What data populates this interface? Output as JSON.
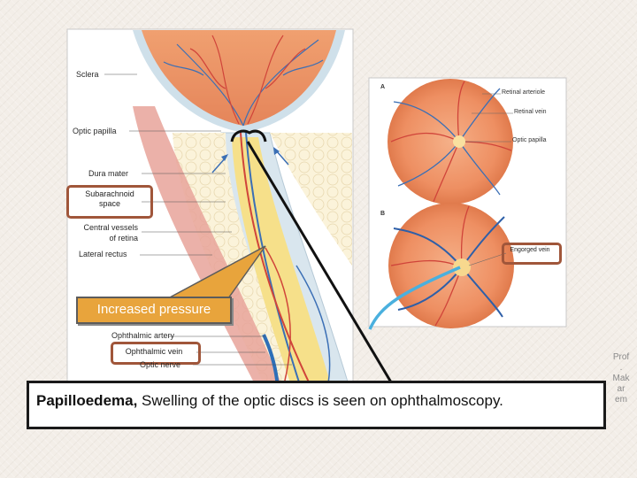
{
  "labels": {
    "sclera": "Sclera",
    "optic_papilla": "Optic papilla",
    "dura_mater": "Dura mater",
    "subarachnoid_line1": "Subarachnoid",
    "subarachnoid_line2": "space",
    "central_vessels_line1": "Central vessels",
    "central_vessels_line2": "of retina",
    "lateral_rectus": "Lateral rectus",
    "ophthalmic_artery": "Ophthalmic artery",
    "ophthalmic_vein": "Ophthalmic vein",
    "optic_nerve": "Optic nerve"
  },
  "fundus": {
    "panel_a": "A",
    "panel_b": "B",
    "retinal_arteriole": "Retinal arteriole",
    "retinal_vein": "Retinal vein",
    "optic_papilla": "Optic papilla",
    "engorged_vein": "Engorged vein"
  },
  "banner": {
    "text": "Increased pressure"
  },
  "caption": {
    "bold": "Papilloedema,",
    "rest": " Swelling of the optic discs is seen on ophthalmoscopy."
  },
  "author": "Prof. Makar em",
  "colors": {
    "accent_box": "#a0563a",
    "banner": "#e8a43c",
    "vein_blue": "#3b6fb5",
    "artery_red": "#d0443a",
    "arrow_cyan": "#4ab0de"
  }
}
